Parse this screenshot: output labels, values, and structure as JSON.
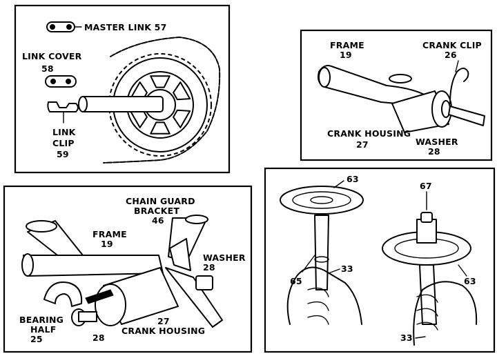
{
  "panels": {
    "chain": {
      "master_link": "MASTER LINK 57",
      "link_cover": "LINK COVER",
      "link_cover_num": "58",
      "link_clip_line1": "LINK",
      "link_clip_line2": "CLIP",
      "link_clip_num": "59"
    },
    "crank_clip": {
      "frame": "FRAME",
      "frame_num": "19",
      "crank_clip": "CRANK CLIP",
      "crank_clip_num": "26",
      "crank_housing": "CRANK HOUSING",
      "crank_housing_num": "27",
      "washer": "WASHER",
      "washer_num": "28"
    },
    "frame_assembly": {
      "chain_guard_line1": "CHAIN GUARD",
      "chain_guard_line2": "BRACKET",
      "chain_guard_num": "46",
      "frame": "FRAME",
      "frame_num": "19",
      "washer": "WASHER",
      "washer_num": "28",
      "bearing_line1": "BEARING",
      "bearing_line2": "HALF",
      "bearing_num": "25",
      "washer_num_bottom": "28",
      "crank_housing_num": "27",
      "crank_housing": "CRANK HOUSING"
    },
    "pedal": {
      "num_63_top": "63",
      "num_67": "67",
      "num_65": "65",
      "num_33_left": "33",
      "num_63_right": "63",
      "num_33_bottom": "33"
    }
  },
  "colors": {
    "ink": "#000000",
    "paper": "#ffffff"
  }
}
